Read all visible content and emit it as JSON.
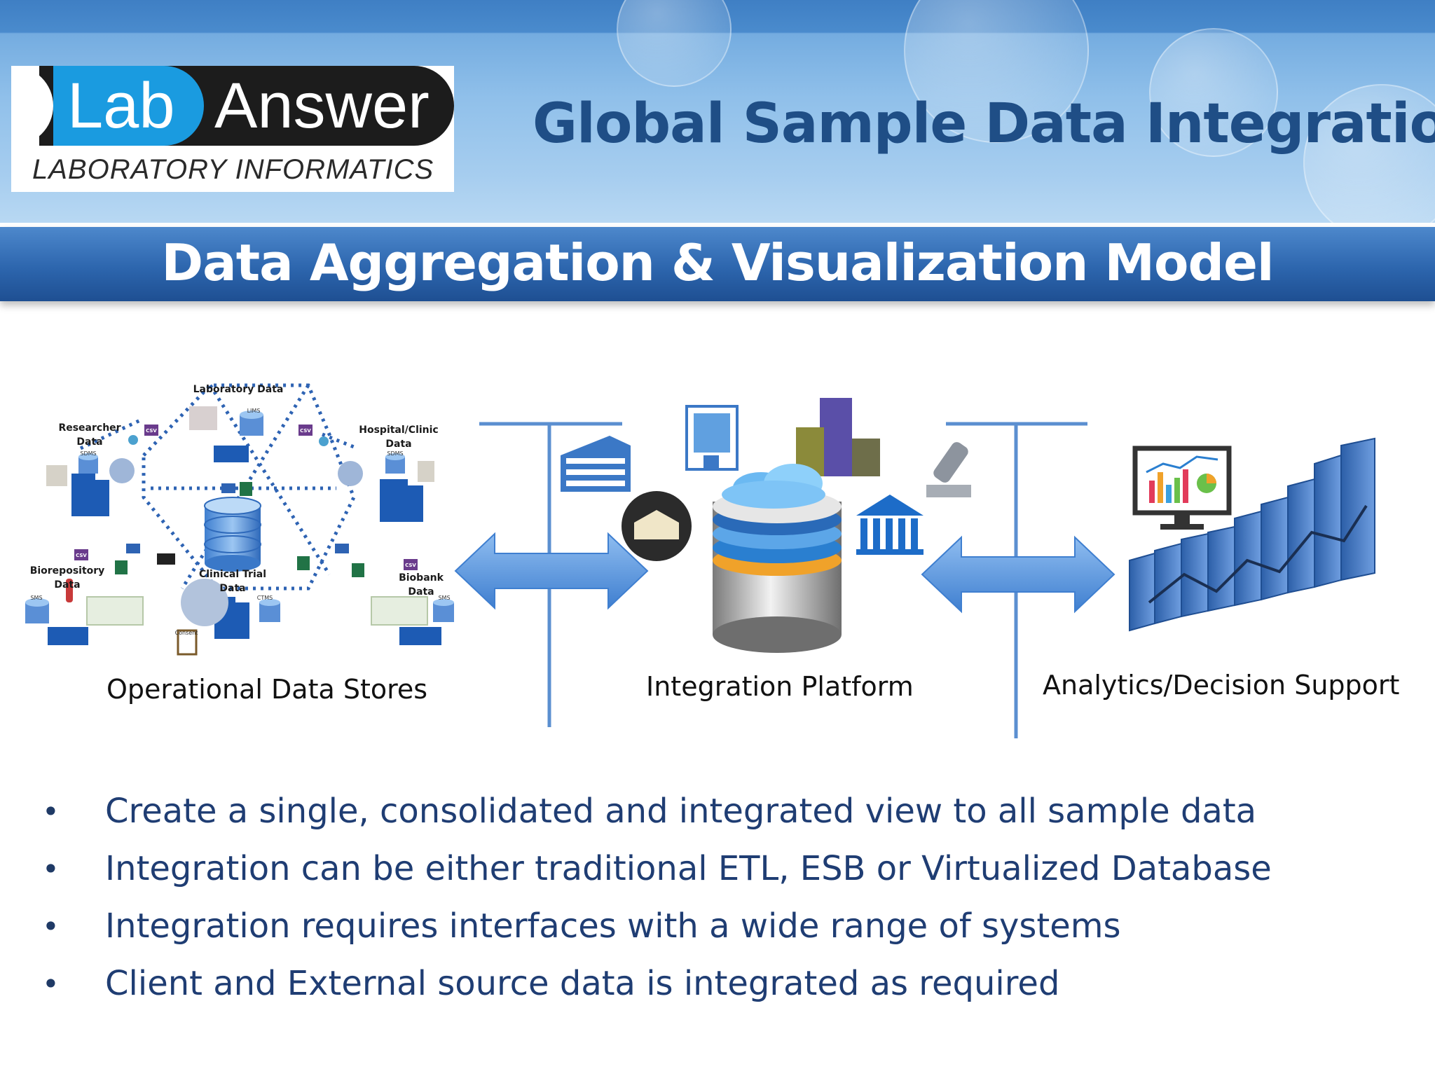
{
  "logo": {
    "lab": "Lab",
    "answer": "Answer",
    "tagline": "LABORATORY INFORMATICS"
  },
  "title": "Global Sample Data Integration",
  "subtitle": "Data Aggregation & Visualization Model",
  "data_stores": {
    "laboratory": "Laboratory Data",
    "researcher_1": "Researcher",
    "researcher_2": "Data",
    "hospital_1": "Hospital/Clinic",
    "hospital_2": "Data",
    "biorepository_1": "Biorepository",
    "biorepository_2": "Data",
    "clinical_1": "Clinical Trial",
    "clinical_2": "Data",
    "biobank_1": "Biobank",
    "biobank_2": "Data",
    "tag_lims": "LIMS",
    "tag_sdms_1": "SDMS",
    "tag_sdms_2": "SDMS",
    "tag_sms_1": "SMS",
    "tag_sms_2": "SMS",
    "tag_ctms": "CTMS",
    "tag_consent": "Consent",
    "tag_csv": "CSV"
  },
  "captions": {
    "operational": "Operational Data Stores",
    "integration": "Integration Platform",
    "analytics": "Analytics/Decision Support"
  },
  "bullets": [
    "Create a single, consolidated and integrated view to all sample data",
    "Integration can be either traditional ETL, ESB or Virtualized Database",
    "Integration requires interfaces with a wide range of systems",
    "Client and External source data is integrated as required"
  ],
  "colors": {
    "title": "#1f4e86",
    "band": "#2d66ae",
    "arrow": "#5b93d6",
    "bullet_text": "#1f3d73"
  }
}
